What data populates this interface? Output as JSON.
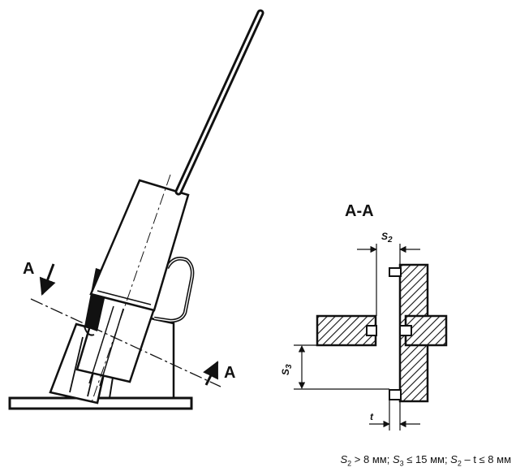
{
  "labels": {
    "section_mark": "A",
    "section_title": "A-A",
    "dim_s2_base": "S",
    "dim_s2_sub": "2",
    "dim_s3_base": "S",
    "dim_s3_sub": "3",
    "dim_t": "t"
  },
  "caption": {
    "s2": "S",
    "s2_sub": "2",
    "part1": " > 8 мм; ",
    "s3": "S",
    "s3_sub": "3",
    "part2": " ≤ 15 мм; ",
    "s2b": "S",
    "s2b_sub": "2",
    "part3": " – t ≤ 8 мм"
  }
}
